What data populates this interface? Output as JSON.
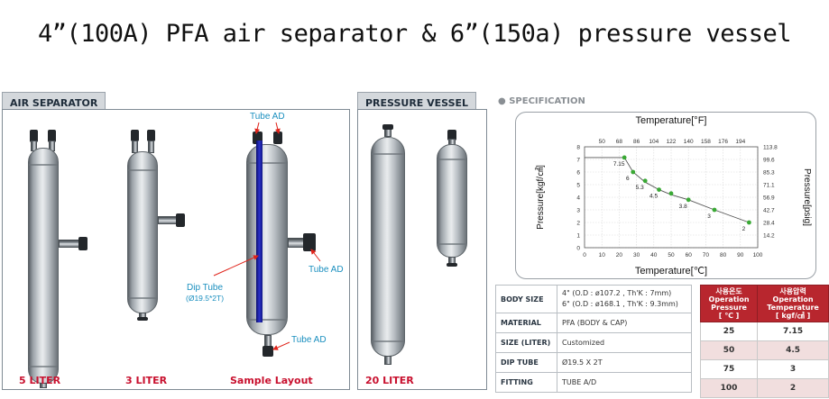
{
  "title": "4”(100A) PFA air separator & 6”(150a) pressure vessel",
  "air_separator": {
    "tab": "AIR SEPARATOR",
    "labels": {
      "five": "5 LITER",
      "three": "3 LITER",
      "sample": "Sample Layout"
    },
    "annotations": {
      "tube_ad_top": "Tube AD",
      "tube_ad_side": "Tube AD",
      "tube_ad_bottom": "Tube AD",
      "dip_tube": "Dip Tube",
      "dip_tube_size": "(Ø19.5*2T)"
    }
  },
  "pressure_vessel": {
    "tab": "PRESSURE VESSEL",
    "label": "20 LITER"
  },
  "specification": {
    "heading": "● SPECIFICATION",
    "rows": [
      {
        "key": "BODY SIZE",
        "line1": "4\" (O.D : ø107.2 , Th'K : 7mm)",
        "line2": "6\" (O.D : ø168.1 , Th'K : 9.3mm)"
      },
      {
        "key": "MATERIAL",
        "line1": "PFA (BODY & CAP)"
      },
      {
        "key": "SIZE (LITER)",
        "line1": "Customized"
      },
      {
        "key": "DIP TUBE",
        "line1": "Ø19.5 X 2T"
      },
      {
        "key": "FITTING",
        "line1": "TUBE A/D"
      }
    ]
  },
  "operation_table": {
    "headers": [
      {
        "kr": "사용온도",
        "en1": "Operation",
        "en2": "Pressure",
        "unit": "[ ℃ ]"
      },
      {
        "kr": "사용압력",
        "en1": "Operation",
        "en2": "Temperature",
        "unit": "[ kgf/㎠ ]"
      }
    ],
    "rows": [
      [
        "25",
        "7.15"
      ],
      [
        "50",
        "4.5"
      ],
      [
        "75",
        "3"
      ],
      [
        "100",
        "2"
      ]
    ]
  },
  "chart_data": {
    "type": "line",
    "title": "",
    "top_axis_label": "Temperature[°F]",
    "xlabel": "Temperature[℃]",
    "ylabel": "Pressure[kgf/㎠]",
    "right_axis_label": "Pressure[psig]",
    "xlim": [
      0,
      100
    ],
    "ylim": [
      0,
      8
    ],
    "x_ticks": [
      "0",
      "10",
      "20",
      "30",
      "40",
      "50",
      "60",
      "70",
      "80",
      "90",
      "100"
    ],
    "y_ticks": [
      "0",
      "1",
      "2",
      "3",
      "4",
      "5",
      "6",
      "7",
      "8"
    ],
    "top_ticks": [
      "50",
      "68",
      "86",
      "104",
      "122",
      "140",
      "158",
      "176",
      "194"
    ],
    "top_tick_positions_c": [
      10,
      20,
      30,
      40,
      50,
      60,
      70,
      80,
      90
    ],
    "right_ticks": [
      "14.2",
      "28.4",
      "42.7",
      "56.9",
      "71.1",
      "85.3",
      "99.6",
      "113.8"
    ],
    "right_tick_positions": [
      1,
      2,
      3,
      4,
      5,
      6,
      7,
      8
    ],
    "grid": true,
    "line_color": "#555555",
    "marker_color": "#3aa935",
    "series": [
      {
        "x": [
          0,
          20,
          23,
          28,
          35,
          43,
          50,
          60,
          75,
          95
        ],
        "y": [
          7.15,
          7.15,
          7.15,
          6,
          5.2,
          4.6,
          4.2,
          3.8,
          3,
          2
        ]
      }
    ],
    "marker_points": [
      {
        "x": 23,
        "y": 7.15,
        "label": "7.15"
      },
      {
        "x": 28,
        "y": 6,
        "label": "6"
      },
      {
        "x": 35,
        "y": 5.3,
        "label": "5.3"
      },
      {
        "x": 43,
        "y": 4.6,
        "label": "4.5"
      },
      {
        "x": 50,
        "y": 4.3,
        "label": ""
      },
      {
        "x": 60,
        "y": 3.8,
        "label": "3.8"
      },
      {
        "x": 75,
        "y": 3,
        "label": "3"
      },
      {
        "x": 95,
        "y": 2,
        "label": "2"
      }
    ]
  }
}
